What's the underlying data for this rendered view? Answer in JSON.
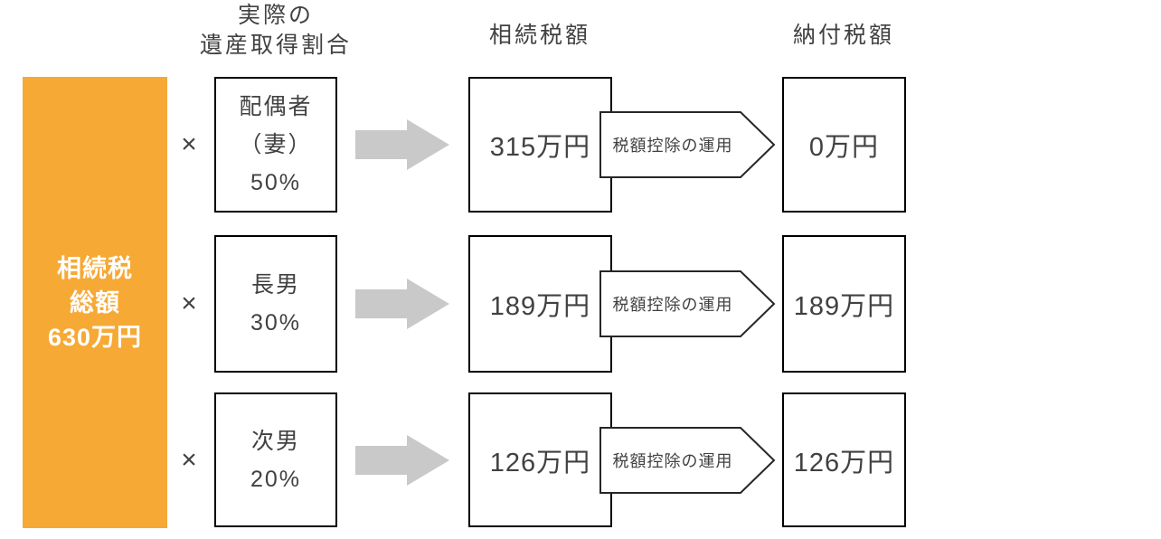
{
  "diagram": {
    "columns": {
      "acquisition_header_line1": "実際の",
      "acquisition_header_line2": "遺産取得割合",
      "tax_amount_header": "相続税額",
      "payment_header": "納付税額"
    },
    "total_box": {
      "line1": "相続税",
      "line2": "総額",
      "line3": "630万円"
    },
    "multiply_sign": "×",
    "rows": [
      {
        "heir_line1": "配偶者",
        "heir_line2": "（妻）",
        "share": "50%",
        "tax_amount": "315万円",
        "deduction_label": "税額控除の運用",
        "payment_amount": "0万円"
      },
      {
        "heir_line1": "長男",
        "share": "30%",
        "tax_amount": "189万円",
        "deduction_label": "税額控除の運用",
        "payment_amount": "189万円"
      },
      {
        "heir_line1": "次男",
        "share": "20%",
        "tax_amount": "126万円",
        "deduction_label": "税額控除の運用",
        "payment_amount": "126万円"
      }
    ],
    "colors": {
      "accent_orange": "#F6A935",
      "arrow_gray": "#C9C9C9",
      "box_border": "#000000",
      "text": "#414141",
      "total_text": "#FFFFFF"
    }
  }
}
